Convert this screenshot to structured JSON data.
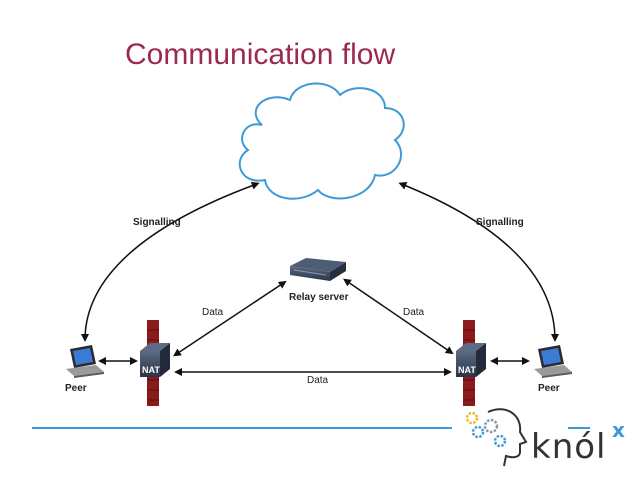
{
  "title": "Communication flow",
  "labels": {
    "signalling_left": "Signalling",
    "signalling_right": "Signalling",
    "relay_server": "Relay server",
    "data_left": "Data",
    "data_right": "Data",
    "data_bottom": "Data",
    "peer_left": "Peer",
    "peer_right": "Peer",
    "nat_left": "NAT",
    "nat_right": "NAT"
  },
  "brand": {
    "name": "knól",
    "superscript": "x"
  },
  "colors": {
    "title": "#9b2a52",
    "cloud_stroke": "#3d9ad8",
    "accent": "#3d9ad8",
    "firewall": "#8b1a1a"
  }
}
